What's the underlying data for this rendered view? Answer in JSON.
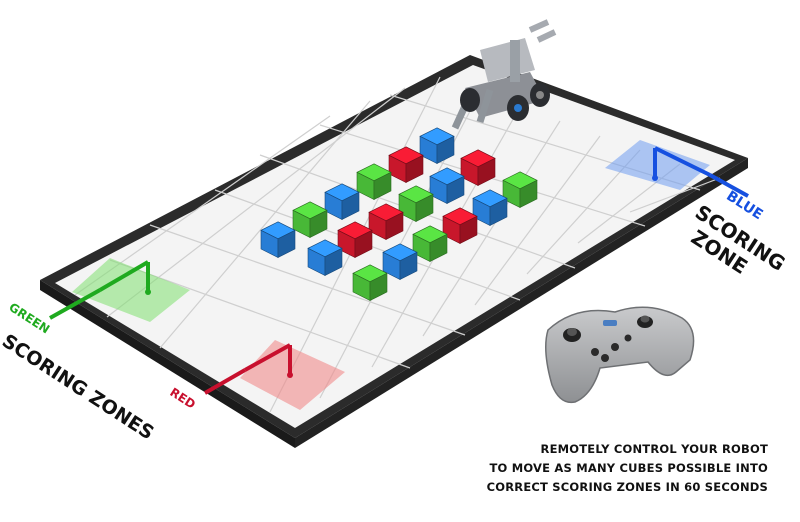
{
  "labels": {
    "blue_word": "BLUE",
    "blue_scoring": "SCORING",
    "blue_zone": "ZONE",
    "green_word": "GREEN",
    "red_word": "RED",
    "scoring_zones": "SCORING ZONES"
  },
  "caption": {
    "line1": "REMOTELY CONTROL YOUR ROBOT",
    "line2": "TO MOVE AS MANY CUBES POSSIBLE INTO",
    "line3": "CORRECT SCORING ZONES IN 60 SECONDS"
  },
  "colors": {
    "green": "#1faa1f",
    "red": "#c8102e",
    "blue": "#1650e0",
    "cube_green": "#4cc23a",
    "cube_red": "#d3182d",
    "cube_blue": "#2a84e0"
  },
  "icons": {
    "robot": "robot-icon",
    "controller": "game-controller-icon"
  }
}
